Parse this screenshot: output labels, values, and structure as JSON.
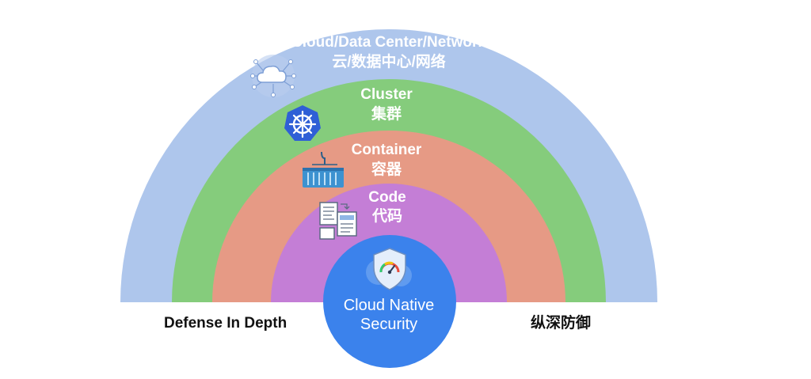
{
  "layers": {
    "cloud": {
      "title": "Cloud/Data Center/Network",
      "subtitle": "云/数据中心/网络",
      "color": "#aec6ec"
    },
    "cluster": {
      "title": "Cluster",
      "subtitle": "集群",
      "color": "#85cc7c"
    },
    "container": {
      "title": "Container",
      "subtitle": "容器",
      "color": "#e69a85"
    },
    "code": {
      "title": "Code",
      "subtitle": "代码",
      "color": "#c47ed6"
    },
    "core": {
      "line1": "Cloud Native",
      "line2": "Security",
      "color": "#3b82ec"
    }
  },
  "captions": {
    "left": "Defense In Depth",
    "right": "纵深防御"
  },
  "icons": [
    "cloud-network-icon",
    "kubernetes-helm-icon",
    "shipping-container-icon",
    "code-document-icon",
    "security-shield-gauge-icon"
  ]
}
